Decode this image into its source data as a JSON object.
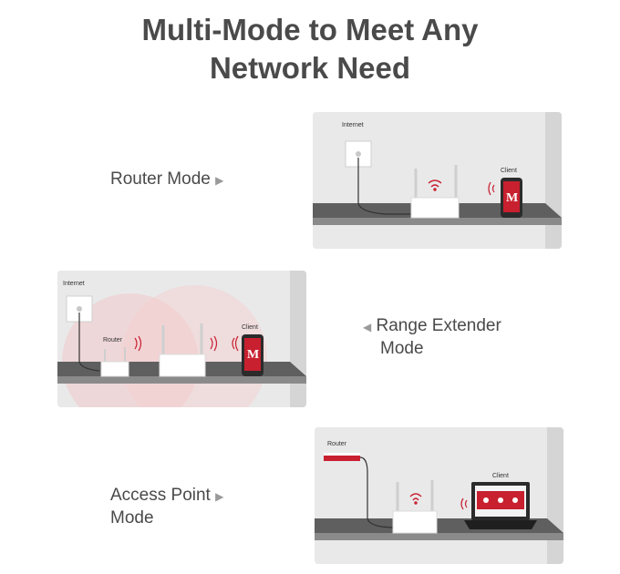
{
  "title": {
    "line1": "Multi-Mode to Meet Any",
    "line2": "Network Need"
  },
  "modes": {
    "router": {
      "label": "Router Mode",
      "panel_internet": "Internet",
      "panel_client": "Client"
    },
    "extender": {
      "label_line1": "Range Extender",
      "label_line2": "Mode",
      "panel_internet": "Internet",
      "panel_router": "Router",
      "panel_client": "Client"
    },
    "access_point": {
      "label_line1": "Access Point",
      "label_line2": "Mode",
      "panel_router": "Router",
      "panel_client": "Client"
    }
  },
  "colors": {
    "accent": "#c8202f",
    "text": "#4a4a4a",
    "panel_bg": "#e9e9ea",
    "shelf": "#5f5f60"
  },
  "icons": [
    "wifi-icon",
    "arrow-right-icon",
    "arrow-left-icon",
    "wall-socket-icon",
    "phone-icon",
    "laptop-icon",
    "router-icon"
  ]
}
